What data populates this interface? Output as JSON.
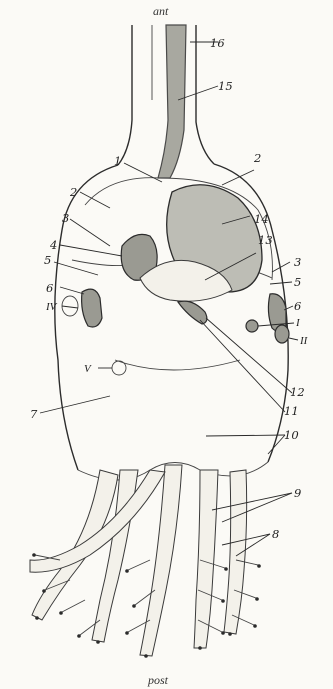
{
  "orientation": {
    "anterior": "ant",
    "posterior": "post"
  },
  "numeric_labels": [
    "16",
    "15",
    "1",
    "2",
    "2",
    "14",
    "13",
    "3",
    "3",
    "4",
    "5",
    "5",
    "6",
    "6",
    "7",
    "12",
    "11",
    "10",
    "9",
    "8"
  ],
  "roman_labels": [
    "IV",
    "V",
    "I",
    "II"
  ]
}
